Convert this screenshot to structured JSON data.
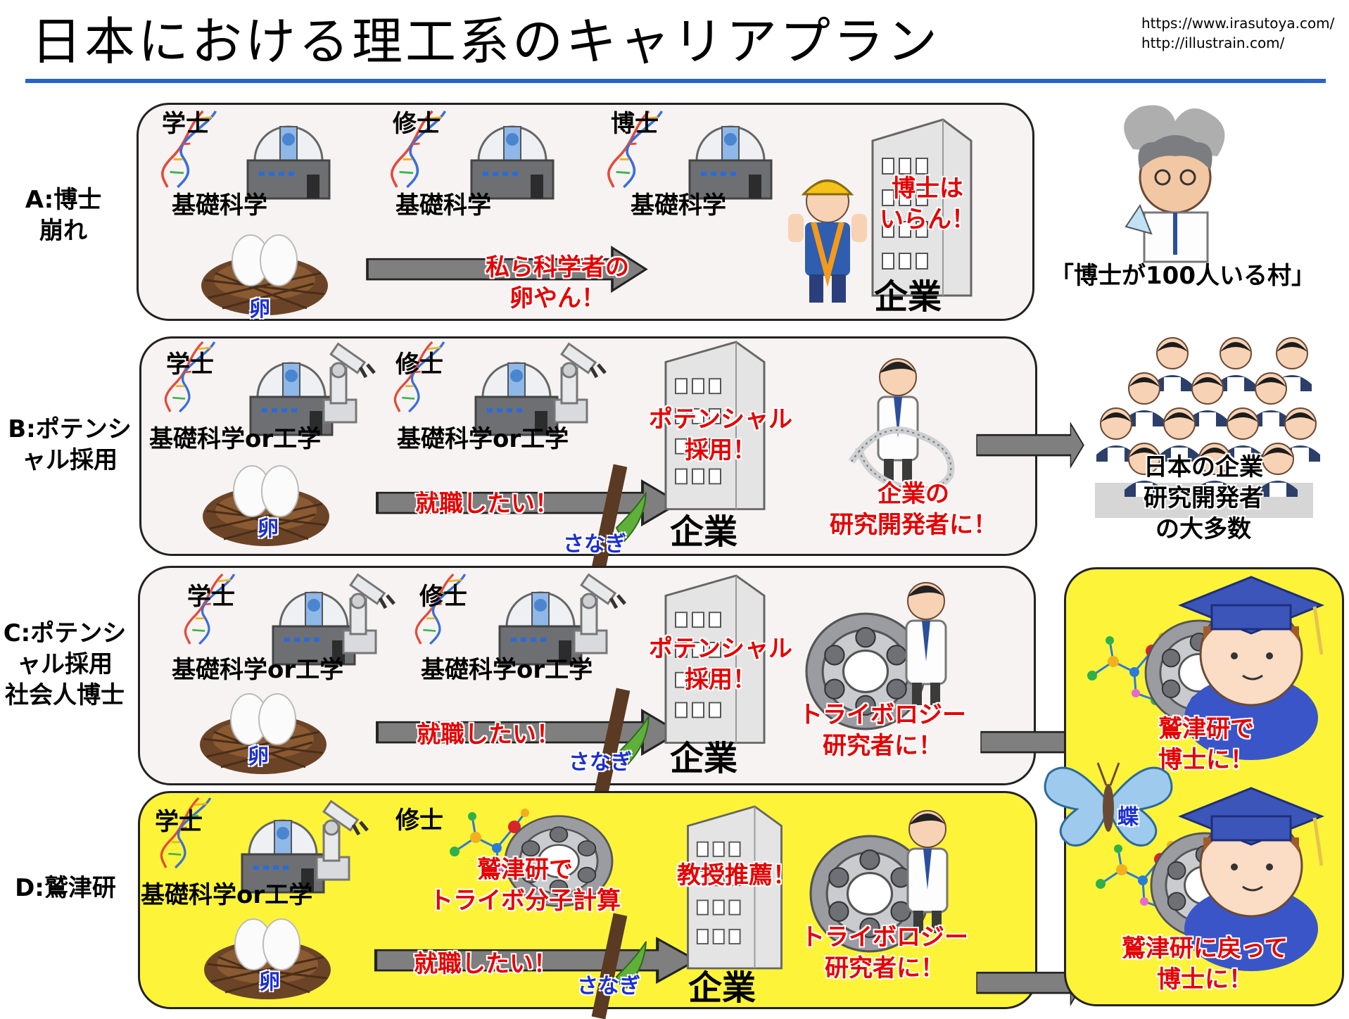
{
  "header": {
    "title": "日本における理工系のキャリアプラン",
    "credit_1": "https://www.irasutoya.com/",
    "credit_2": "http://illustrain.com/"
  },
  "colors": {
    "rule": "#2a64c8",
    "highlight_panel": "#fdf43a",
    "grey_panel": "#f7f3f2",
    "emphasis_text": "#e60000",
    "stage_text": "#1a2fd0",
    "arrow": "#7f7f7f"
  },
  "icons": [
    "dna-icon",
    "observatory-icon",
    "robot-arm-icon",
    "egg-nest-icon",
    "chrysalis-icon",
    "company-building-icon",
    "scientist-icon",
    "worker-icon",
    "old-scientist-icon",
    "bearing-icon",
    "molecule-icon",
    "graduate-icon",
    "butterfly-icon",
    "crowd-icon"
  ],
  "rows": {
    "a": {
      "label": "A:博士\n崩れ",
      "stage_1": "学士",
      "stage_2": "修士",
      "stage_3": "博士",
      "field_1": "基礎科学",
      "field_2": "基礎科学",
      "field_3": "基礎科学",
      "egg": "卵",
      "arrow_text": "私ら科学者の\n卵やん！",
      "company": "企業",
      "reject_text": "博士は\nいらん！",
      "village_text": "「博士が100人いる村」"
    },
    "b": {
      "label": "B:ポテンシ\nャル採用",
      "stage_1": "学士",
      "stage_2": "修士",
      "field_1": "基礎科学or工学",
      "field_2": "基礎科学or工学",
      "egg": "卵",
      "arrow_text": "就職したい！",
      "pupa": "さなぎ",
      "company": "企業",
      "hire_text": "ポテンシャル\n採用！",
      "result_text": "企業の\n研究開発者に！",
      "majority_text": "日本の企業\n研究開発者\nの大多数"
    },
    "c": {
      "label": "C:ポテンシ\nャル採用\n社会人博士",
      "stage_1": "学士",
      "stage_2": "修士",
      "field_1": "基礎科学or工学",
      "field_2": "基礎科学or工学",
      "egg": "卵",
      "arrow_text": "就職したい！",
      "pupa": "さなぎ",
      "company": "企業",
      "hire_text": "ポテンシャル\n採用！",
      "result_text": "トライボロジー\n研究者に！"
    },
    "d": {
      "label": "D:鷲津研",
      "stage_1": "学士",
      "stage_2": "修士",
      "field_1": "基礎科学or工学",
      "lab_text": "鷲津研で\nトライボ分子計算",
      "egg": "卵",
      "arrow_text": "就職したい！",
      "pupa": "さなぎ",
      "company": "企業",
      "hire_text": "教授推薦！",
      "result_text": "トライボロジー\n研究者に！"
    }
  },
  "outcome": {
    "top_text": "鷲津研で\n博士に！",
    "bottom_text": "鷲津研に戻って\n博士に！",
    "butterfly": "蝶"
  }
}
